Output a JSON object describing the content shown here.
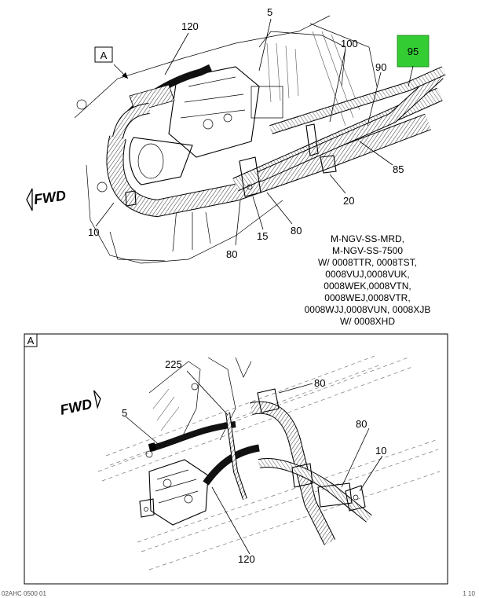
{
  "top_view": {
    "detail_ref": "A",
    "fwd_label": "FWD",
    "callouts": {
      "c120": "120",
      "c5": "5",
      "c100": "100",
      "c95": "95",
      "c90": "90",
      "c85": "85",
      "c20": "20",
      "c80a": "80",
      "c80b": "80",
      "c15": "15",
      "c10": "10"
    },
    "highlight_color": "#33cc33",
    "applicability": [
      "M-NGV-SS-MRD,",
      "M-NGV-SS-7500",
      "W/ 0008TTR, 0008TST,",
      "0008VUJ,0008VUK,",
      "0008WEK,0008VTN,",
      "0008WEJ,0008VTR,",
      "0008WJJ,0008VUN, 0008XJB",
      "W/ 0008XHD"
    ]
  },
  "detail_view": {
    "label": "A",
    "fwd_label": "FWD",
    "callouts": {
      "c225": "225",
      "c80a": "80",
      "c5": "5",
      "c80b": "80",
      "c10": "10",
      "c120": "120"
    }
  },
  "footer": {
    "left_code": "02AHC 0500 01",
    "right_code": "1 10"
  }
}
